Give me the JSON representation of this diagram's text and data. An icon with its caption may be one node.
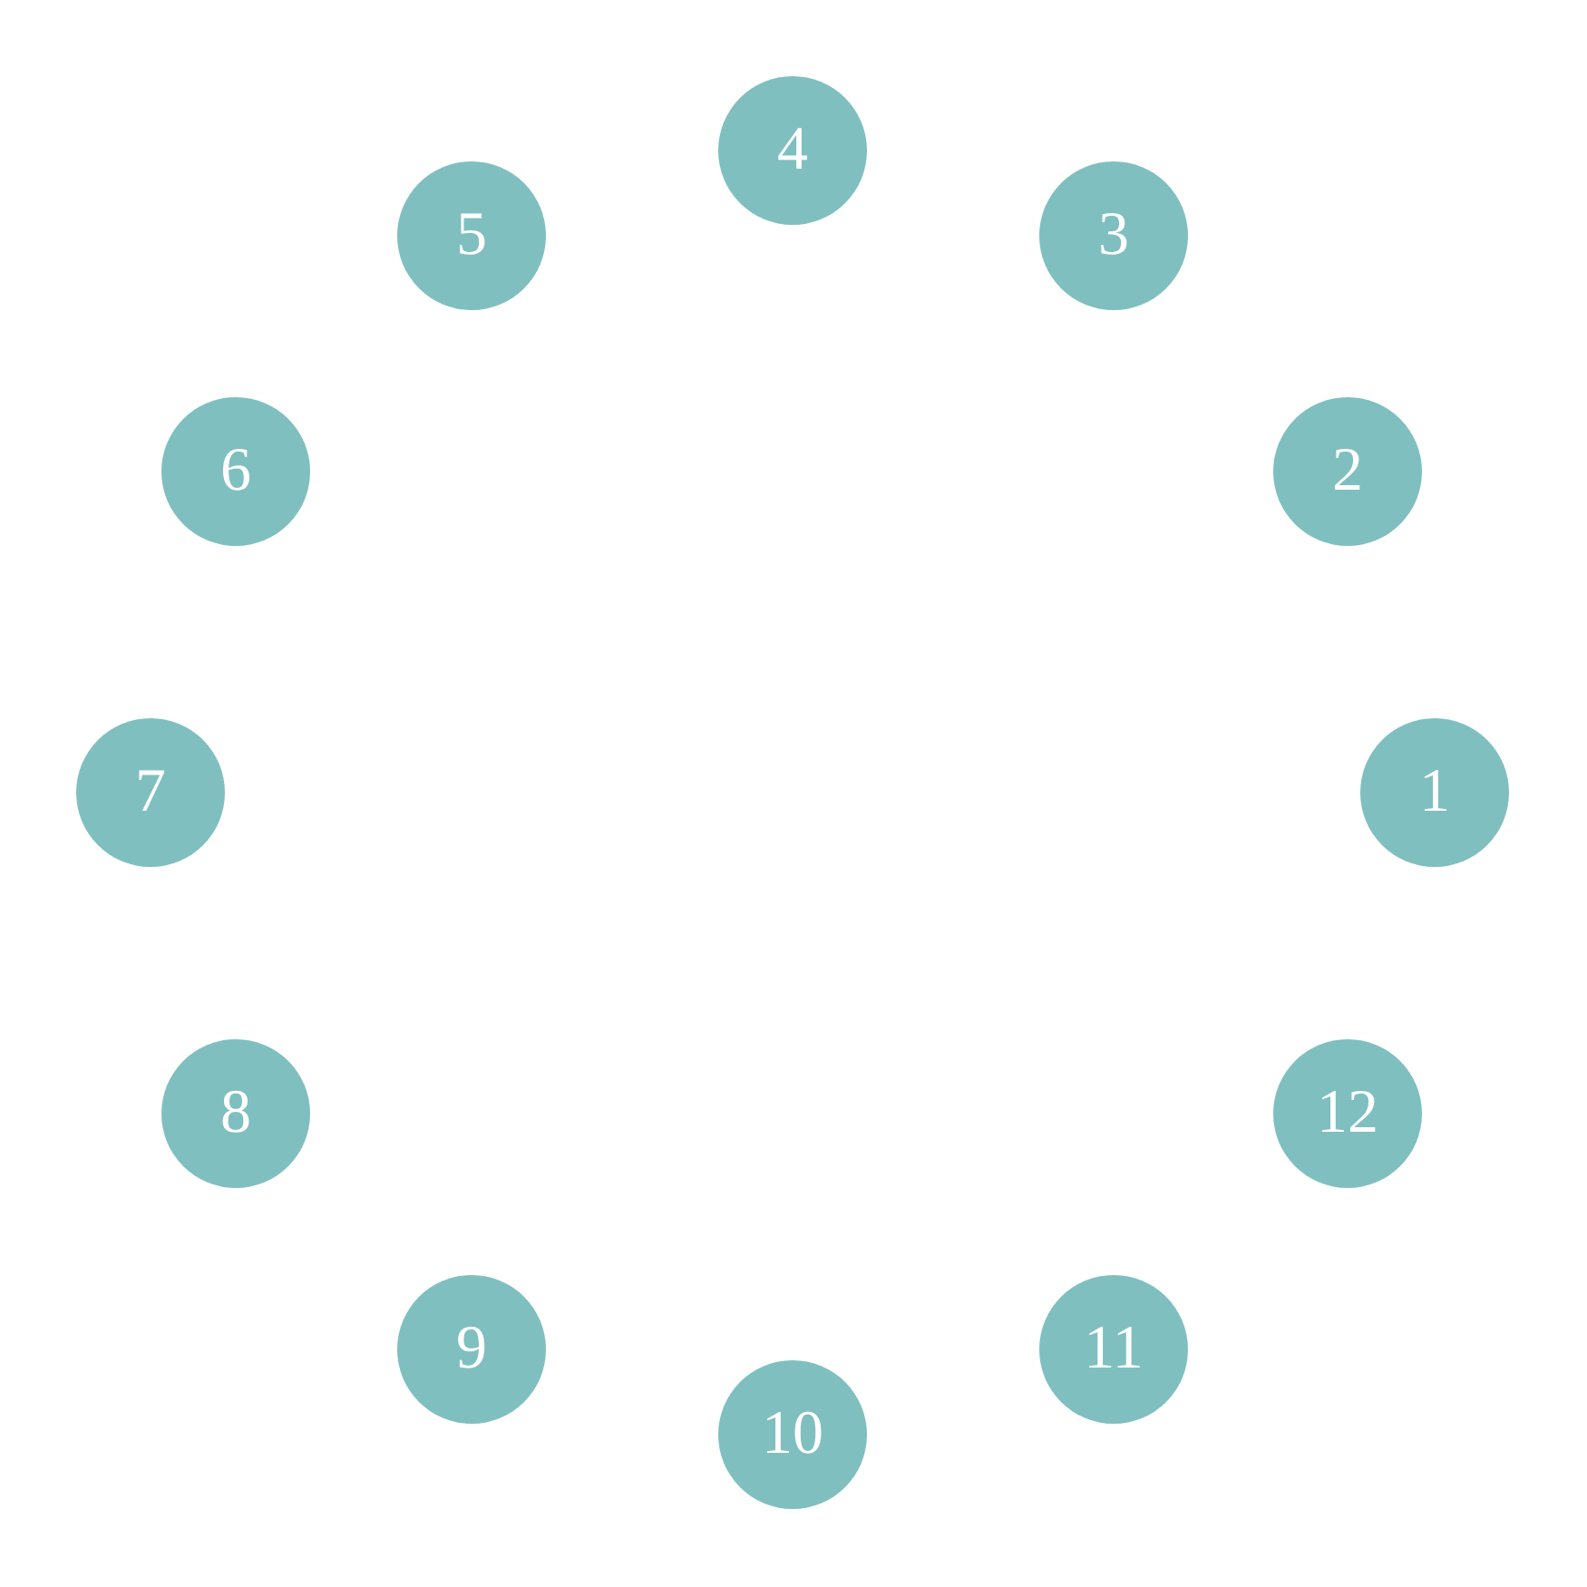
{
  "diagram": {
    "nodes": [
      {
        "text": [
          "1"
        ]
      },
      {
        "text": [
          "2"
        ]
      },
      {
        "text": [
          "3"
        ]
      },
      {
        "text": [
          "4"
        ]
      },
      {
        "text": [
          "5"
        ]
      },
      {
        "text": [
          "6"
        ]
      },
      {
        "text": [
          "7"
        ]
      },
      {
        "text": [
          "8"
        ]
      },
      {
        "text": [
          "9"
        ]
      },
      {
        "text": [
          "10"
        ]
      },
      {
        "text": [
          "11"
        ]
      },
      {
        "text": [
          "12"
        ]
      }
    ]
  }
}
